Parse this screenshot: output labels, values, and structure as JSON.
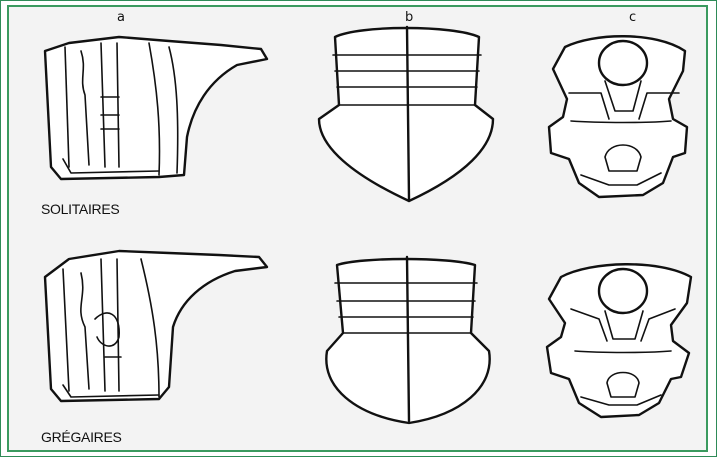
{
  "columns": [
    "a",
    "b",
    "c"
  ],
  "rows": [
    "SOLITAIRES",
    "GRÉGAIRES"
  ],
  "colors": {
    "frame_border": "#2e8b57",
    "panel_bg": "#f3f3f3",
    "ink": "#111111"
  }
}
